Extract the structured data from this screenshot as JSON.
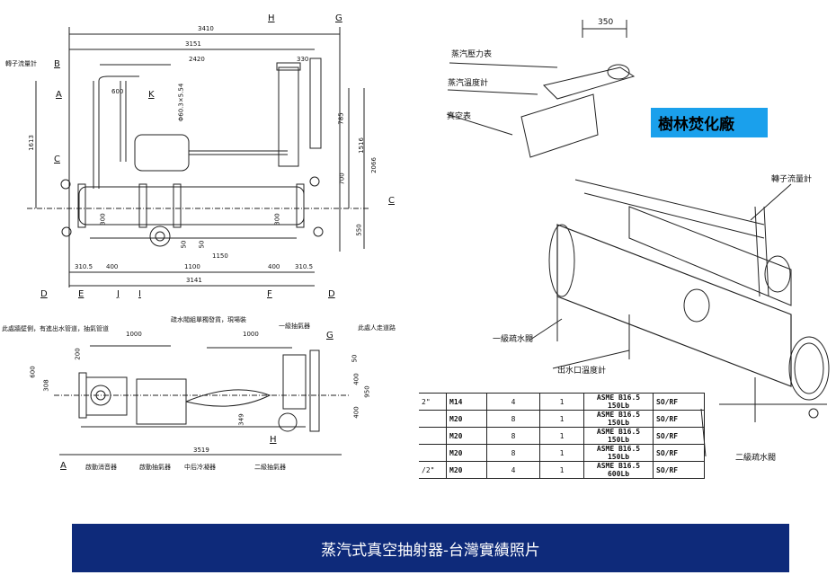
{
  "front_view": {
    "dims": [
      "3410",
      "3151",
      "2420",
      "600",
      "330",
      "Φ60.3×5.54",
      "1613",
      "785",
      "1516",
      "2066",
      "700",
      "550",
      "300",
      "300",
      "50",
      "50",
      "1150",
      "1100",
      "310.5",
      "400",
      "400",
      "310.5",
      "3141"
    ],
    "letters": [
      "H",
      "G",
      "B",
      "A",
      "K",
      "C",
      "C",
      "D",
      "D",
      "E",
      "J",
      "I",
      "F"
    ],
    "rotameter_label": "轉子流量計"
  },
  "top_view": {
    "notes": [
      "此處牆壁側，有進出水管道，抽氣管道",
      "疏水閥組單獨發貨，現場裝",
      "一級抽氣器",
      "此處人走道路"
    ],
    "dims": [
      "1000",
      "1000",
      "200",
      "600",
      "308",
      "50",
      "400",
      "400",
      "950",
      "3519",
      "349"
    ],
    "letters": [
      "G",
      "H",
      "A"
    ],
    "parts": [
      "啟動消音器",
      "啟動抽氣器",
      "中后冷凝器",
      "二級抽氣器"
    ]
  },
  "photo_view": {
    "dim": "350",
    "labels": [
      "蒸汽壓力表",
      "蒸汽溫度計",
      "真空表",
      "轉子流量計",
      "一級疏水閥",
      "出水口溫度計",
      "二級疏水閥"
    ],
    "site_badge": "樹林焚化廠",
    "badge_color": "#1aa0ec"
  },
  "spec_table": {
    "rows": [
      [
        "2\"",
        "M14",
        "4",
        "1",
        "ASME B16.5 150Lb",
        "SO/RF"
      ],
      [
        "",
        "M20",
        "8",
        "1",
        "ASME B16.5 150Lb",
        "SO/RF"
      ],
      [
        "",
        "M20",
        "8",
        "1",
        "ASME B16.5 150Lb",
        "SO/RF"
      ],
      [
        "",
        "M20",
        "8",
        "1",
        "ASME B16.5 150Lb",
        "SO/RF"
      ],
      [
        "/2\"",
        "M20",
        "4",
        "1",
        "ASME B16.5 600Lb",
        "SO/RF"
      ]
    ]
  },
  "footer": {
    "title": "蒸汽式真空抽射器-台灣實績照片",
    "bg_color": "#0e2a7a"
  }
}
